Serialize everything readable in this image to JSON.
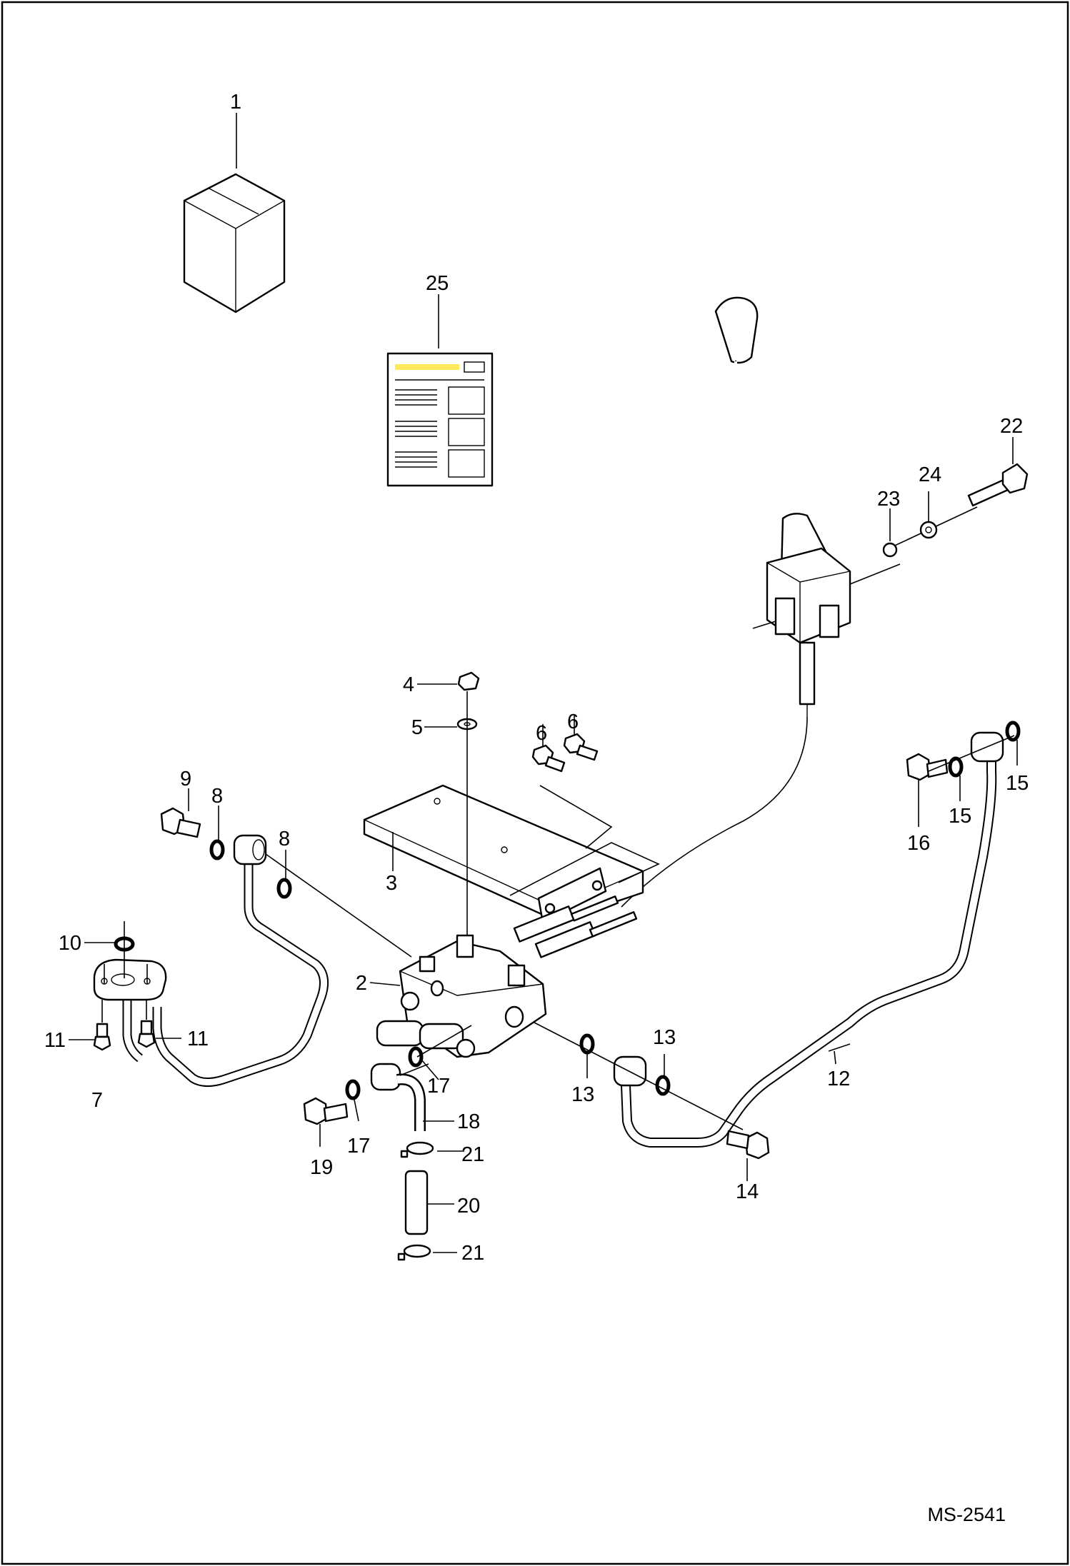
{
  "diagram": {
    "sheet_code": "MS-2541",
    "part_labels": [
      "1",
      "2",
      "3",
      "4",
      "5",
      "6",
      "6",
      "7",
      "8",
      "8",
      "9",
      "10",
      "11",
      "11",
      "12",
      "13",
      "13",
      "14",
      "15",
      "15",
      "16",
      "17",
      "17",
      "18",
      "19",
      "20",
      "21",
      "21",
      "22",
      "23",
      "24",
      "25"
    ]
  }
}
